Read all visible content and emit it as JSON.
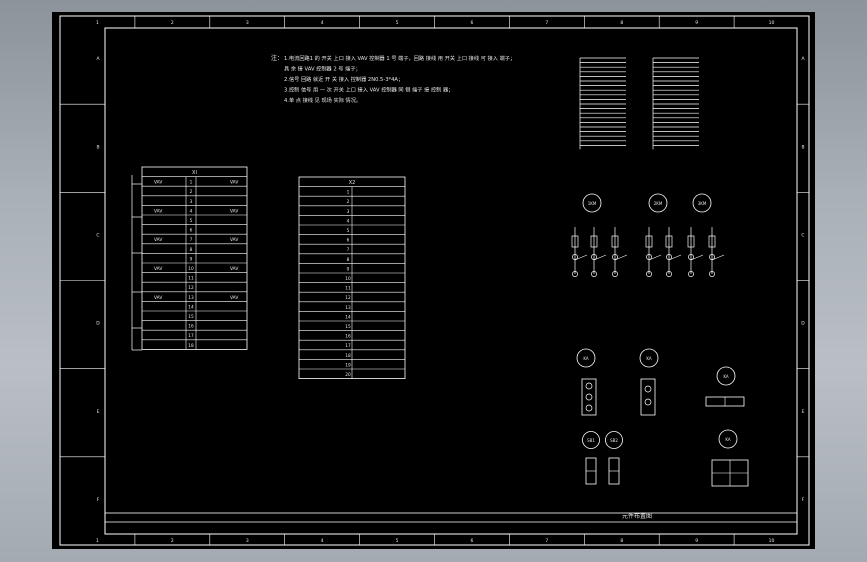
{
  "border": {
    "top_zones": [
      "1",
      "2",
      "3",
      "4",
      "5",
      "6",
      "7",
      "8",
      "9",
      "10"
    ],
    "left_zones": [
      "A",
      "B",
      "C",
      "D",
      "E",
      "F"
    ]
  },
  "notes": {
    "prefix": "注：",
    "lines": [
      "1.电流回路1 的 开关 上口 接入 VAV 控制器 1 号 端子，回路 接线 用 开关 上口 接线 可 接入 端子；",
      "   具 余 接 VAV 控制器 2 号 端子；",
      "2.信号 回路 就近 开 关 接入 控制器 2N0.5-3*4A；",
      "3.控制 信号 用 一 次 开关 上口 接入 VAV 控制器 同 侧 端子 接 控制 器；",
      "4.单 点 接线 见 现场 实际 情况。"
    ]
  },
  "left_table": {
    "title": "XI",
    "rows": [
      {
        "label": "VAV",
        "num": "1",
        "right": "VAV"
      },
      {
        "label": "",
        "num": "2",
        "right": ""
      },
      {
        "label": "",
        "num": "3",
        "right": ""
      },
      {
        "label": "VAV",
        "num": "4",
        "right": "VAV"
      },
      {
        "label": "",
        "num": "5",
        "right": ""
      },
      {
        "label": "",
        "num": "6",
        "right": ""
      },
      {
        "label": "VAV",
        "num": "7",
        "right": "VAV"
      },
      {
        "label": "",
        "num": "8",
        "right": ""
      },
      {
        "label": "",
        "num": "9",
        "right": ""
      },
      {
        "label": "VAV",
        "num": "10",
        "right": "VAV"
      },
      {
        "label": "",
        "num": "11",
        "right": ""
      },
      {
        "label": "",
        "num": "12",
        "right": ""
      },
      {
        "label": "VAV",
        "num": "13",
        "right": "VAV"
      },
      {
        "label": "",
        "num": "14",
        "right": ""
      },
      {
        "label": "",
        "num": "15",
        "right": ""
      },
      {
        "label": "",
        "num": "16",
        "right": ""
      },
      {
        "label": "",
        "num": "17",
        "right": ""
      },
      {
        "label": "",
        "num": "18",
        "right": ""
      }
    ]
  },
  "right_table": {
    "title": "X2",
    "nums": [
      "1",
      "2",
      "3",
      "4",
      "5",
      "6",
      "7",
      "8",
      "9",
      "10",
      "11",
      "12",
      "13",
      "14",
      "15",
      "16",
      "17",
      "18",
      "19",
      "20"
    ]
  },
  "circles": {
    "top": [
      "1KM",
      "2KM",
      "3KM"
    ],
    "mid": [
      "KA",
      "KA"
    ],
    "right": [
      "KA",
      "KA"
    ],
    "bottom": [
      "SB1",
      "SB2"
    ]
  },
  "title_block": {
    "caption": "元件布置图"
  }
}
